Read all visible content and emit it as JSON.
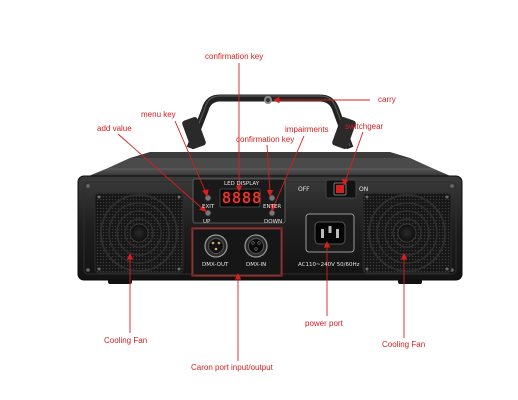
{
  "diagram": {
    "annotation_color": "#d81e1e",
    "callouts": {
      "confirmation_key_top": "confirmation key",
      "carry": "carry",
      "menu_key": "menu key",
      "add_value": "add value",
      "impairments": "impairments",
      "confirmation_key_mid": "confirmation key",
      "switchgear": "switchgear",
      "cooling_fan_left": "Cooling Fan",
      "power_port": "power port",
      "cooling_fan_right": "Cooling Fan",
      "caron_port": "Caron port input/output"
    }
  },
  "device": {
    "panel_title": "LED DISPLAY",
    "display_value": "8888",
    "exit_label": "EXIT",
    "enter_label": "ENTER",
    "up_label": "UP",
    "down_label": "DOWN",
    "off_label": "OFF",
    "on_label": "ON",
    "dmx_out_label": "DMX-OUT",
    "dmx_in_label": "DMX-IN",
    "power_rating": "AC110~240V  50/60Hz"
  }
}
